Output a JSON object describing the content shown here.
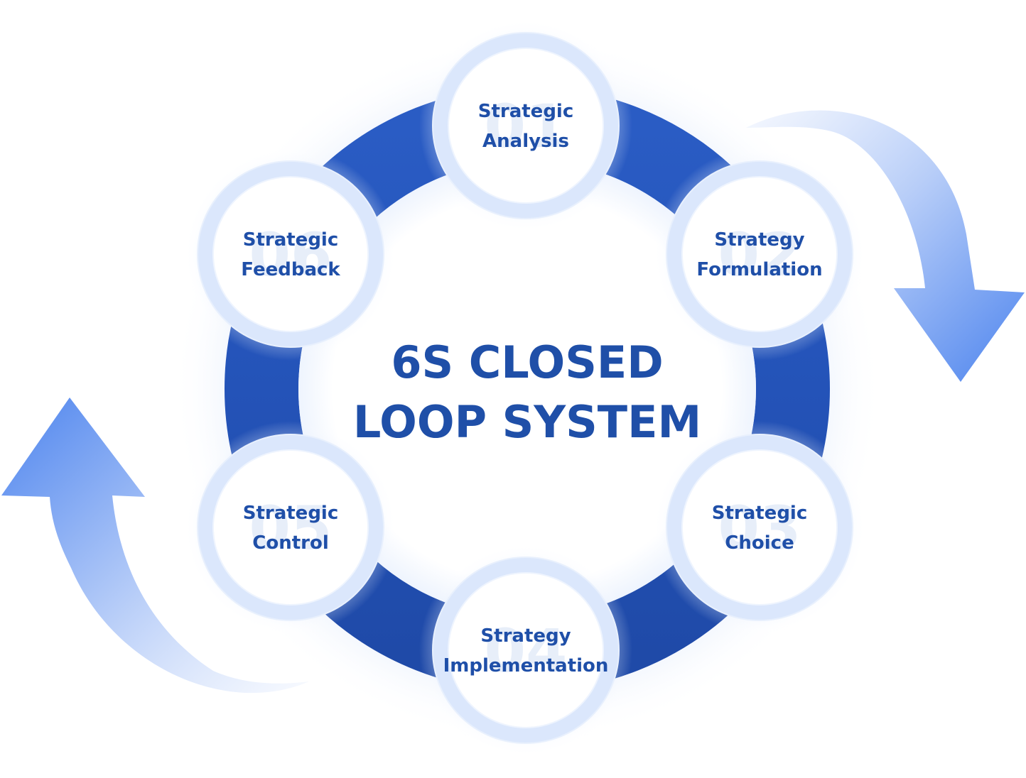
{
  "title": {
    "line1": "6S CLOSED",
    "line2": "LOOP SYSTEM"
  },
  "nodes": [
    {
      "number": "01",
      "line1": "Strategic",
      "line2": "Analysis"
    },
    {
      "number": "02",
      "line1": "Strategy",
      "line2": "Formulation"
    },
    {
      "number": "03",
      "line1": "Strategic",
      "line2": "Choice"
    },
    {
      "number": "04",
      "line1": "Strategy",
      "line2": "Implementation"
    },
    {
      "number": "05",
      "line1": "Strategic",
      "line2": "Control"
    },
    {
      "number": "06",
      "line1": "Strategic",
      "line2": "Feedback"
    }
  ],
  "colors": {
    "ring": "#2453b8",
    "ring_light": "#3f73d6",
    "text": "#1f4fa8",
    "node_border": "#d6e4fb",
    "glow": "#cfe0fb",
    "arrow": "#5b8ff0",
    "arrow_fade": "#e8f0fd"
  },
  "icons": [
    "cycle-arrow-right-icon",
    "cycle-arrow-left-icon"
  ]
}
